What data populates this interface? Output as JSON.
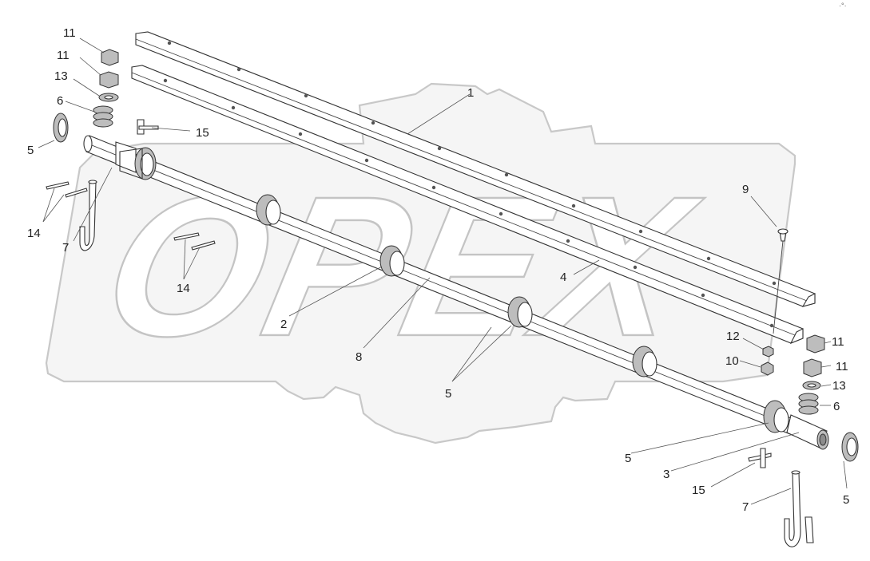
{
  "corner_mark": "·°·",
  "watermark": {
    "text": "OPEX"
  },
  "callouts": [
    {
      "id": "c-11a",
      "text": "11"
    },
    {
      "id": "c-11b",
      "text": "11"
    },
    {
      "id": "c-13a",
      "text": "13"
    },
    {
      "id": "c-6a",
      "text": "6"
    },
    {
      "id": "c-5a",
      "text": "5"
    },
    {
      "id": "c-15a",
      "text": "15"
    },
    {
      "id": "c-14a",
      "text": "14"
    },
    {
      "id": "c-7a",
      "text": "7"
    },
    {
      "id": "c-14b",
      "text": "14"
    },
    {
      "id": "c-1",
      "text": "1"
    },
    {
      "id": "c-2",
      "text": "2"
    },
    {
      "id": "c-8",
      "text": "8"
    },
    {
      "id": "c-5b",
      "text": "5"
    },
    {
      "id": "c-4",
      "text": "4"
    },
    {
      "id": "c-9",
      "text": "9"
    },
    {
      "id": "c-12",
      "text": "12"
    },
    {
      "id": "c-10",
      "text": "10"
    },
    {
      "id": "c-11c",
      "text": "11"
    },
    {
      "id": "c-11d",
      "text": "11"
    },
    {
      "id": "c-13b",
      "text": "13"
    },
    {
      "id": "c-6b",
      "text": "6"
    },
    {
      "id": "c-5c",
      "text": "5"
    },
    {
      "id": "c-3",
      "text": "3"
    },
    {
      "id": "c-15b",
      "text": "15"
    },
    {
      "id": "c-5d",
      "text": "5"
    },
    {
      "id": "c-7b",
      "text": "7"
    }
  ]
}
